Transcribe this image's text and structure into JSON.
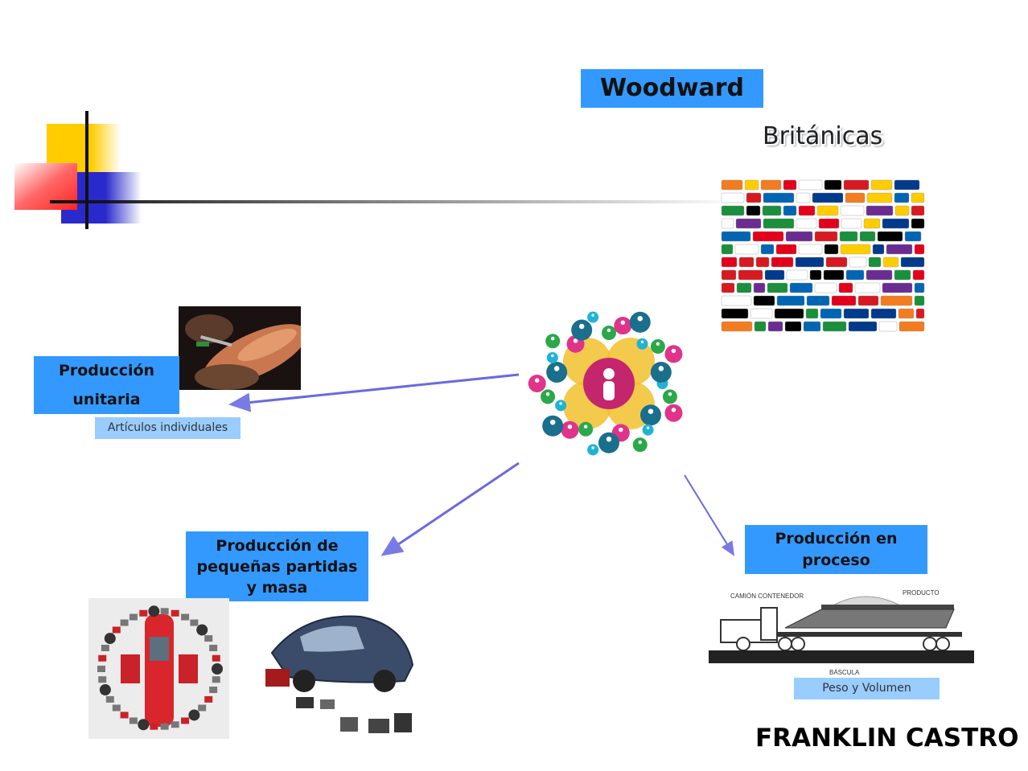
{
  "title": "Woodward",
  "subtitle": "Británicas",
  "nodes": {
    "unitaria": {
      "label_line1": "Producción",
      "label_line2": "unitaria",
      "caption": "Artículos individuales"
    },
    "pequenas": {
      "label_line1": "Producción de",
      "label_line2": "pequeñas partidas",
      "label_line3": "y masa"
    },
    "proceso": {
      "label_line1": "Producción en",
      "label_line2": "proceso",
      "caption": "Peso y Volumen"
    }
  },
  "truck_diagram": {
    "label_truck": "CAMIÓN CONTENEDOR",
    "label_product": "PRODUCTO",
    "label_scale": "BÁSCULA"
  },
  "author": "FRANKLIN CASTRO",
  "colors": {
    "box_blue": "#3399ff",
    "caption_blue": "#99ccff",
    "accent_yellow": "#ffcc00",
    "accent_red": "#ff3333",
    "accent_navy": "#2a2acc"
  }
}
